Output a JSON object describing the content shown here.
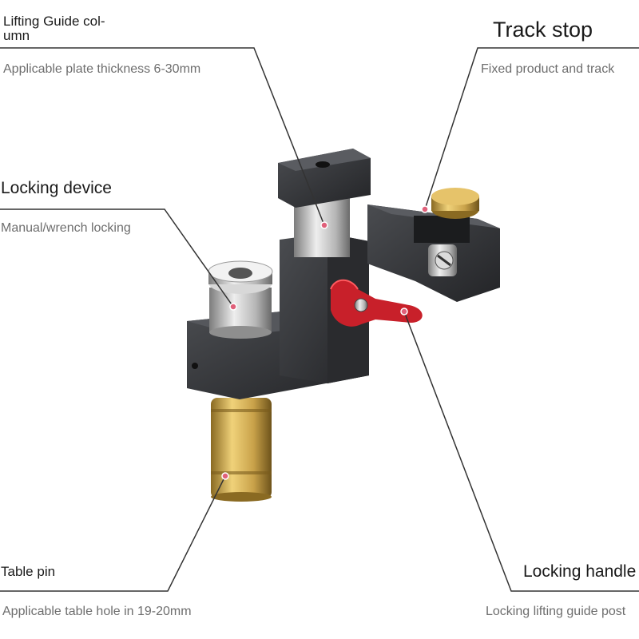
{
  "labels": {
    "lifting_guide_column": {
      "title_line1": "Lifting Guide col-",
      "title_line2": "umn",
      "desc": "Applicable plate thickness 6-30mm"
    },
    "track_stop": {
      "title": "Track stop",
      "desc": "Fixed product and track"
    },
    "locking_device": {
      "title": "Locking device",
      "desc": "Manual/wrench locking"
    },
    "table_pin": {
      "title": "Table pin",
      "desc": "Applicable table hole in 19-20mm"
    },
    "locking_handle": {
      "title": "Locking handle",
      "desc": "Locking lifting guide post"
    }
  },
  "colors": {
    "body": "#2f3033",
    "body_light": "#45474b",
    "brass": "#c9a24a",
    "steel": "#bdbdbd",
    "handle": "#c8202a",
    "marker": "#e0607a",
    "leader": "#333333"
  }
}
